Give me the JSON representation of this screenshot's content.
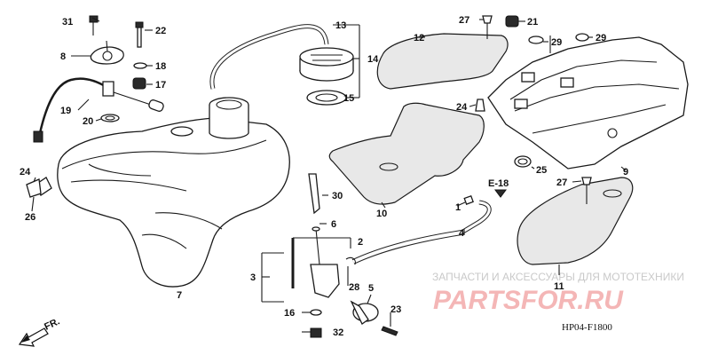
{
  "callouts": {
    "c1": "1",
    "c2": "2",
    "c3": "3",
    "c4": "4",
    "c5": "5",
    "c6": "6",
    "c7": "7",
    "c8": "8",
    "c9": "9",
    "c10": "10",
    "c11": "11",
    "c12": "12",
    "c13": "13",
    "c14": "14",
    "c15": "15",
    "c16": "16",
    "c17": "17",
    "c18": "18",
    "c19": "19",
    "c20": "20",
    "c21": "21",
    "c22": "22",
    "c23": "23",
    "c24a": "24",
    "c24b": "24",
    "c25": "25",
    "c26": "26",
    "c27a": "27",
    "c27b": "27",
    "c28": "28",
    "c29a": "29",
    "c29b": "29",
    "c30": "30",
    "c31": "31",
    "c32": "32"
  },
  "reference": "E-18",
  "direction_label": "FR.",
  "diagram_code": "HP04-F1800",
  "watermark": {
    "caption": "ЗАПЧАСТИ И АКСЕССУАРЫ ДЛЯ МОТОТЕХНИКИ",
    "brand": "PARTSFOR.RU"
  }
}
